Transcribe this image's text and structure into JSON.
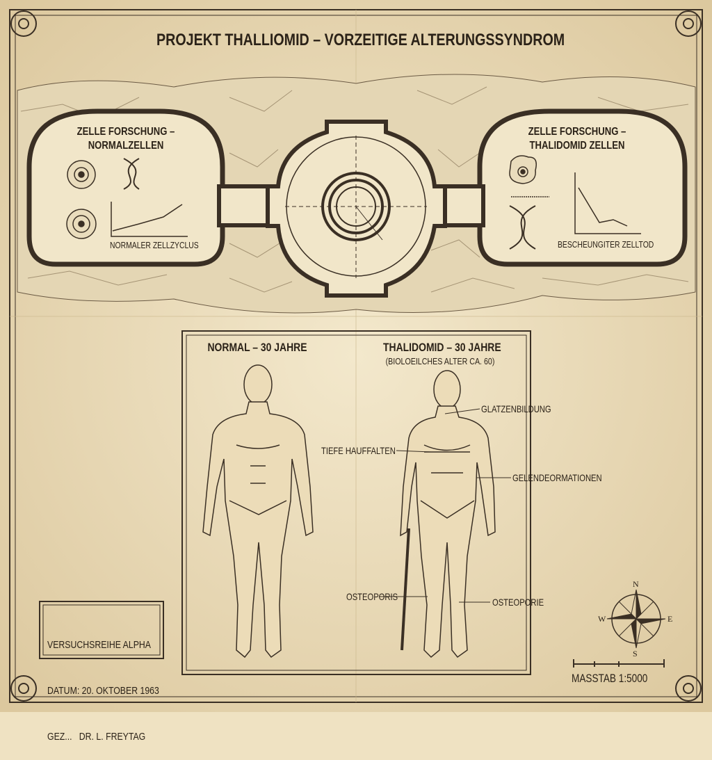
{
  "title": "PROJEKT THALLIOMID – VORZEITIGE ALTERUNGSSYNDROM",
  "left_chamber": {
    "title_line1": "ZELLE FORSCHUNG –",
    "title_line2": "NORMALZELLEN",
    "graph_label": "NORMALER ZELLZYCLUS"
  },
  "right_chamber": {
    "title_line1": "ZELLE FORSCHUNG –",
    "title_line2": "THALIDOMID ZELLEN",
    "graph_label": "BESCHEUNGITER ZELLTOD"
  },
  "comparison": {
    "normal_label": "NORMAL – 30 JAHRE",
    "thalidomid_label": "THALIDOMID – 30 JAHRE",
    "thalidomid_sub": "(BIOLOEILCHES ALTER CA. 60)",
    "annotations": [
      "GLATZENBILDUNG",
      "TIEFE HAUFFALTEN",
      "GELENDEORMATIONEN",
      "OSTEOPORIS",
      "OSTEOPORIE"
    ]
  },
  "info_box": {
    "line1": "VERSUCHSREIHE ALPHA",
    "line2": "DATUM: 20. OKTOBER 1963",
    "line3": "GEZ...   DR. L. FREYTAG"
  },
  "compass": {
    "n": "N",
    "s": "S",
    "e": "E",
    "w": "W"
  },
  "scale": "MASSTAB 1:5000",
  "colors": {
    "paper": "#efe2c2",
    "ink": "#2b2218",
    "rock": "#e4d6b4"
  }
}
